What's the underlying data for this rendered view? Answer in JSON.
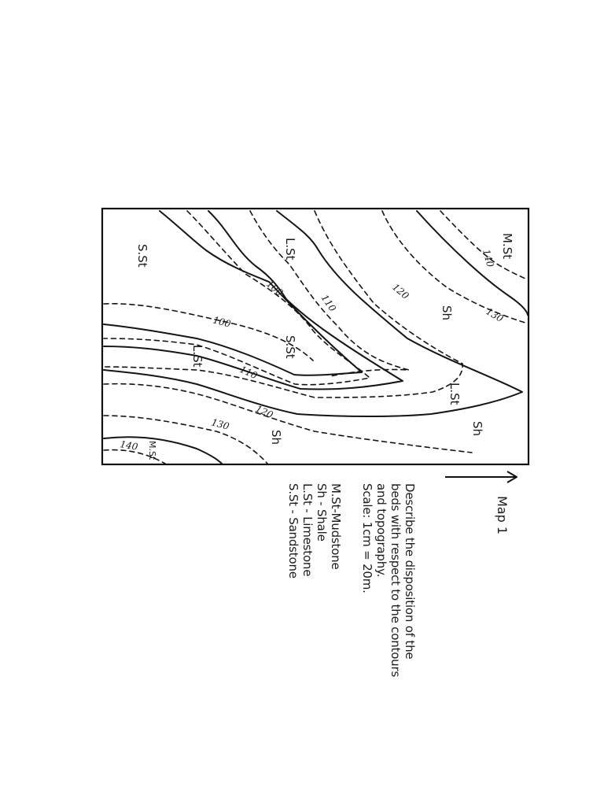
{
  "map": {
    "title": "Map 1",
    "question_lines": [
      "Describe the disposition of the",
      "beds with respect to the contours",
      "and topography."
    ],
    "scale": "Scale: 1cm = 20m.",
    "legend": [
      "M.St-Mudstone",
      "Sh - Shale",
      "L.St - Limestone",
      "S.St - Sandstone"
    ],
    "bed_labels": {
      "mst_top": "M.St",
      "mst_bottom": "M.St",
      "sh_upper": "Sh",
      "sh_right": "Sh",
      "sh_lower": "Sh",
      "lst_upper": "L.St",
      "lst_lower": "L.St",
      "lst_right": "L.St",
      "sst_left": "S.St",
      "sst_mid": "S.St"
    },
    "contour_labels": {
      "c140_top": "140",
      "c130_top": "130",
      "c120_top": "120",
      "c110_top": "110",
      "c100_top": "100",
      "c100_mid": "100",
      "c110_mid": "110",
      "c120_mid": "120",
      "c130_bottom": "130",
      "c140_bottom": "140"
    },
    "north_arrow": "north-arrow-icon"
  }
}
